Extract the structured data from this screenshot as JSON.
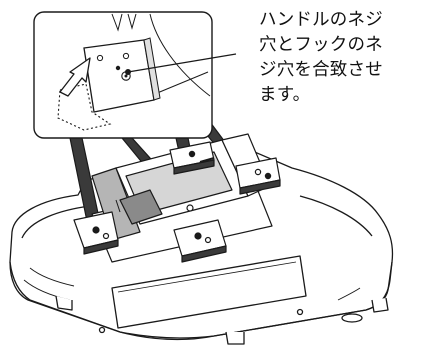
{
  "caption": {
    "lines": [
      "ハンドルのネジ",
      "穴とフックのネ",
      "ジ穴を合致させ",
      "ます。"
    ]
  },
  "colors": {
    "line": "#1a1a1a",
    "fill": "#ffffff",
    "shade": "#b5b5b5",
    "dark": "#3a3a3a",
    "mid": "#8a8a8a"
  },
  "icons": {
    "arrow": "insertion-arrow-icon"
  }
}
